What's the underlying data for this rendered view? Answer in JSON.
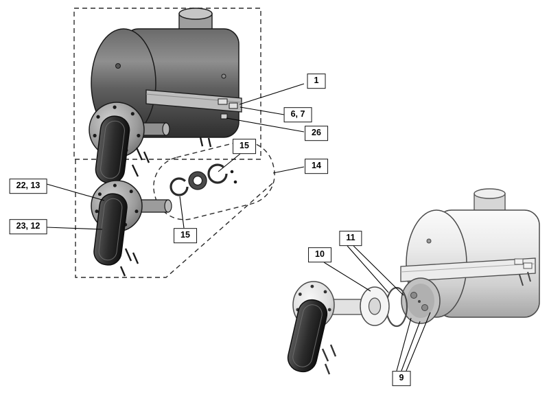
{
  "figure": {
    "type": "exploded-parts-diagram",
    "description": "Boiler / heater unit exploded parts views with numbered callouts",
    "background": "#ffffff"
  },
  "colors": {
    "dark_metal": "#4a4a4a",
    "light_metal": "#d9d9d9",
    "outline": "#1a1a1a",
    "callout_border": "#111111"
  },
  "callouts": [
    {
      "id": "part-1",
      "text": "1"
    },
    {
      "id": "part-6-7",
      "text": "6, 7"
    },
    {
      "id": "part-26",
      "text": "26"
    },
    {
      "id": "part-15-top",
      "text": "15"
    },
    {
      "id": "part-14",
      "text": "14"
    },
    {
      "id": "part-22-13",
      "text": "22, 13"
    },
    {
      "id": "part-23-12",
      "text": "23, 12"
    },
    {
      "id": "part-15-bottom",
      "text": "15"
    },
    {
      "id": "part-11",
      "text": "11"
    },
    {
      "id": "part-10",
      "text": "10"
    },
    {
      "id": "part-9",
      "text": "9"
    }
  ]
}
